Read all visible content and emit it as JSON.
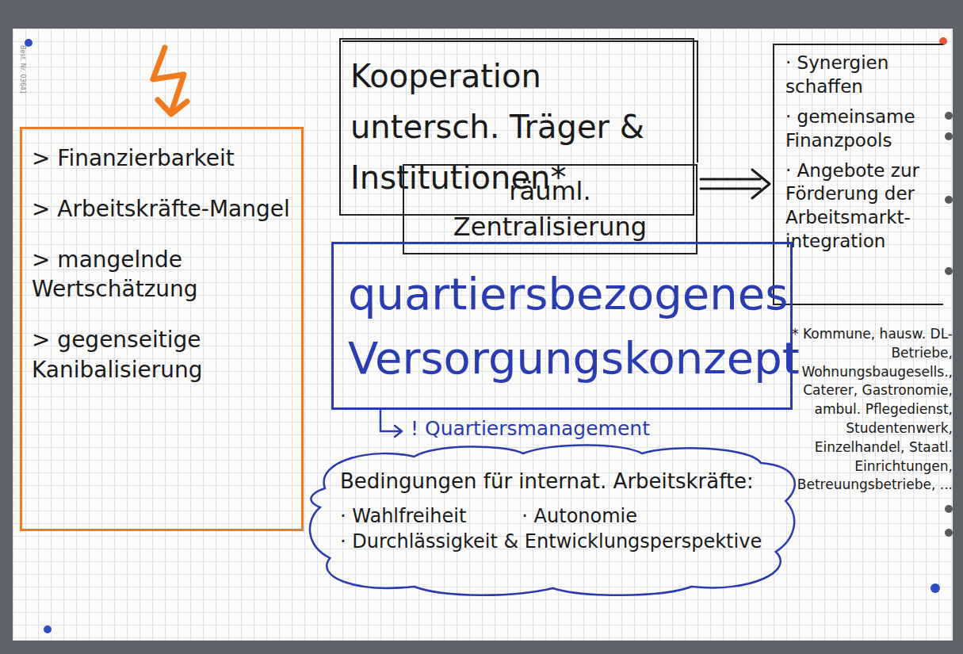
{
  "diagram": {
    "nodes": [
      {
        "text": [
          "> Finanzierbarkeit",
          "> Arbeitskräfte-Mangel",
          "> mangelnde Wertschätzung",
          "> gegenseitige Kanibalisierung"
        ]
      },
      {
        "text": [
          "Kooperation untersch. Träger & Institutionen*"
        ]
      },
      {
        "text": [
          "räuml. Zentralisierung"
        ]
      },
      {
        "text": [
          "· Synergien schaffen",
          "· gemeinsame Finanzpools",
          "· Angebote zur Förderung der Arbeitsmarkt-integration"
        ]
      },
      {
        "text": [
          "quartiersbezogenes Versorgungskonzept"
        ]
      },
      {
        "text": [
          "Bedingungen für internat. Arbeitskräfte:",
          "· Wahlfreiheit",
          "· Autonomie",
          "· Durchlässigkeit & Entwicklungsperspektive"
        ]
      }
    ],
    "edges": [
      {
        "from": 1,
        "to": 3,
        "arrow": "to"
      }
    ],
    "labels": [
      "! Quartiersmanagement",
      "* Kommune, hausw. DL-Betriebe, Wohnungsbaugesells., Caterer, Gastronomie, ambul. Pflegedienst, Studentenwerk, Einzelhandel, Staatl. Einrichtungen, Betreuungsbetriebe, ...",
      "Best. Nr. 03641"
    ]
  }
}
